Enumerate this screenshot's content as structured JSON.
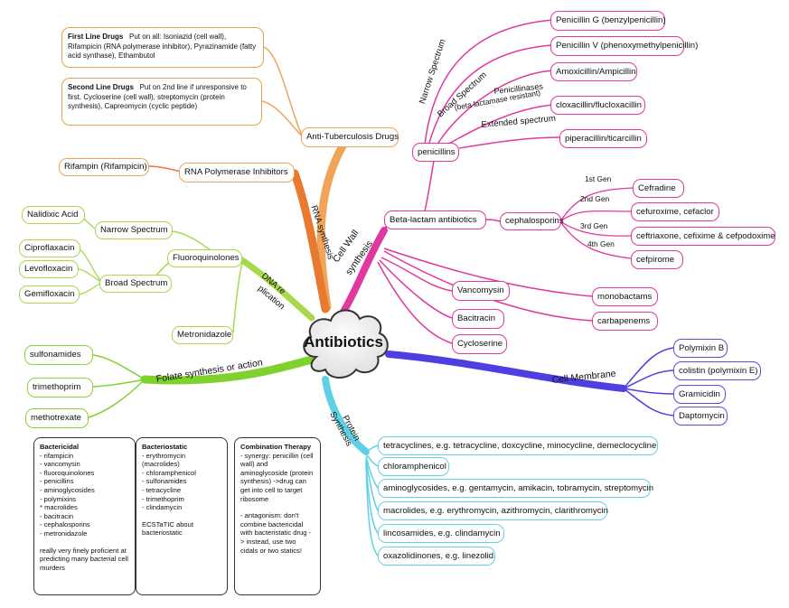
{
  "center": {
    "title": "Antibiotics"
  },
  "branches": {
    "anti_tb": {
      "label": "Anti-Tuberculosis Drugs",
      "first_line": {
        "heading": "First Line Drugs",
        "text": "Put on all: Isoniazid (cell wall), Rifampicin (RNA polymerase inhibitor), Pyrazinamide (fatty acid synthase), Ethambutol"
      },
      "second_line": {
        "heading": "Second Line Drugs",
        "text": "Put on 2nd line if unresponsive to first. Cycloserine (cell wall), streptomycin (protein synthesis), Capreomycin (cyclic peptide)"
      }
    },
    "rna": {
      "branch_label": "RNA synthesis",
      "node": "RNA Polymerase Inhibitors",
      "drug": "Rifampin (Rifampicin)"
    },
    "dna": {
      "branch_label_1": "DNA re",
      "branch_label_2": "plication",
      "fluoro": "Fluoroquinolones",
      "narrow": "Narrow Spectrum",
      "narrow_drug": "Nalidixic Acid",
      "broad": "Broad Spectrum",
      "broad_drugs": [
        "Ciproflaxacin",
        "Levofloxacin",
        "Gemifloxacin"
      ],
      "metro": "Metronidazole"
    },
    "folate": {
      "label": "Folate synthesis or action",
      "drugs": [
        "sulfonamides",
        "trimethoprim",
        "methotrexate"
      ]
    },
    "cell_wall": {
      "branch_label_1": "Cell Wall",
      "branch_label_2": "synthesis",
      "beta": "Beta-lactam antibiotics",
      "penicillins": "penicillins",
      "narrow_label": "Narrow Spectrum",
      "broad_label": "Broad Spectrum",
      "penicillinases_label_1": "Penicillinases",
      "penicillinases_label_2": "(beta lactamase resistant)",
      "extended_label": "Extended spectrum",
      "pen_g": "Penicillin G (benzylpenicillin)",
      "pen_v": "Penicillin V (phenoxymethylpenicillin)",
      "amox": "Amoxicillin/Ampicillin",
      "clox": "cloxacillin/flucloxacillin",
      "pip": "piperacillin/ticarcillin",
      "ceph": "cephalosporins",
      "gen_labels": [
        "1st Gen",
        "2nd Gen",
        "3rd Gen",
        "4th Gen"
      ],
      "gen_drugs": [
        "Cefradine",
        "cefuroxime, cefaclor",
        "ceftriaxone, cefixime & cefpodoxime",
        "cefpirome"
      ],
      "monobactams": "monobactams",
      "carbapenems": "carbapenems",
      "others": [
        "Vancomysin",
        "Bacitracin",
        "Cycloserine"
      ]
    },
    "membrane": {
      "label": "Cell Membrane",
      "drugs": [
        "Polymixin B",
        "colistin (polymixin E)",
        "Gramicidin",
        "Daptomycin"
      ]
    },
    "protein": {
      "label_1": "Protein",
      "label_2": "Synthesis",
      "drugs": [
        "tetracyclines, e.g. tetracycline, doxcycline, minocycline, demeclocycline",
        "chloramphenicol",
        "aminoglycosides, e.g. gentamycin, amikacin, tobramycin, streptomycin",
        "macrolides, e.g. erythromycin, azithromycin, clarithromycin",
        "lincosamides, e.g. clindamycin",
        "oxazolidinones, e.g. linezolid"
      ]
    }
  },
  "legend": {
    "bactericidal": {
      "heading": "Bactericidal",
      "items": [
        "- rifampicin",
        "- vancomysin",
        "- fluoroquinolones",
        "- penicillins",
        "- aminoglycosides",
        "- polymixins",
        "* macrolides",
        "- bacitracin",
        "- cephalosporins",
        "- metronidazole",
        "",
        "really very finely proficient at predicting many bacterial cell murders"
      ]
    },
    "bacteriostatic": {
      "heading": "Bacteriostatic",
      "items": [
        "- erythromycin (macrolides)",
        "- chloramphenicol",
        "- sulfonamides",
        "- tetracycline",
        "- trimethoprim",
        "- clindamycin",
        "",
        "ECSTaTIC about bacteriostatic"
      ]
    },
    "combination": {
      "heading": "Combination Therapy",
      "items": [
        "- synergy: penicillin (cell wall) and aminoglycoside (protein synthesis) ->drug can get into cell to target ribosome",
        "",
        "- antagonism: don't combine bactericidal with bacteristatic drug -> instead, use two cidals or two statics!"
      ]
    }
  },
  "colors": {
    "anti_tb": "#f0a458",
    "rna": "#e8792e",
    "dna": "#a8d84c",
    "folate": "#7fd22e",
    "cell_wall": "#e0389e",
    "membrane": "#4f3fe0",
    "protein": "#5fd0e6",
    "cloud_border": "#333333"
  }
}
